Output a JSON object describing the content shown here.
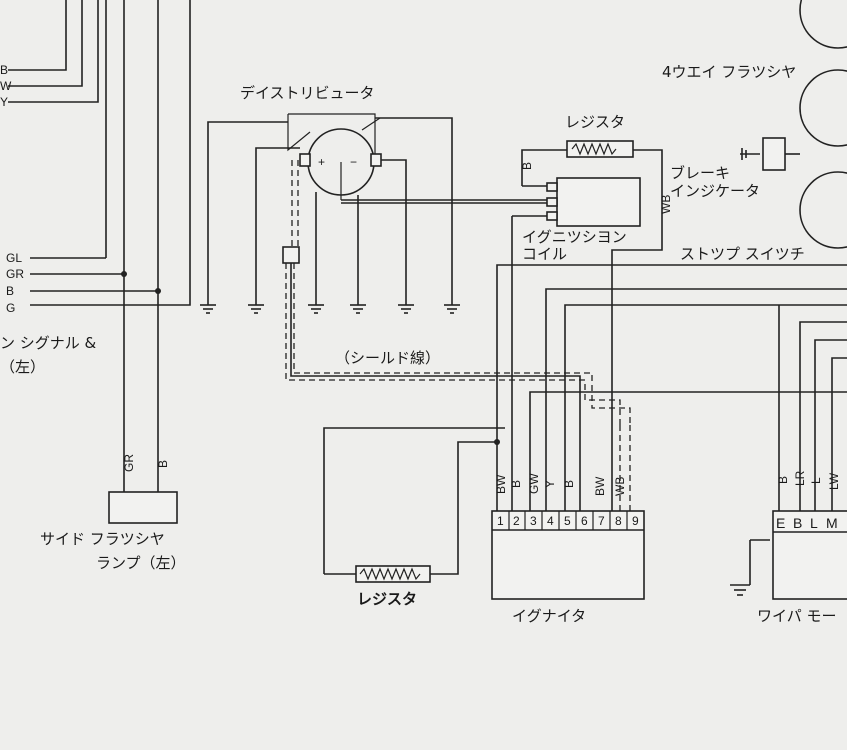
{
  "labels": {
    "distributor": "デイストリビュータ",
    "four_way_flasher": "4ウエイ フラツシヤ",
    "resistor_top": "レジスタ",
    "brake_indicator_1": "ブレーキ",
    "brake_indicator_2": "インジケータ",
    "ignition_coil_1": "イグニツシヨン",
    "ignition_coil_2": "コイル",
    "stop_switch": "ストツプ スイツチ",
    "turn_signal_1": "ン シグナル &",
    "turn_signal_2": "（左）",
    "shield_wire": "（シールド線）",
    "side_flasher_1": "サイド フラツシヤ",
    "side_flasher_2": "ランプ（左）",
    "resistor_bottom": "レジスタ",
    "igniter": "イグナイタ",
    "wiper_motor": "ワイパ モー",
    "distributor_plus": "+",
    "distributor_minus": "−"
  },
  "left_wire_codes": [
    "B",
    "W",
    "Y"
  ],
  "left_harness_codes": [
    "GL",
    "GR",
    "B",
    "G"
  ],
  "side_flasher_codes": [
    "GR",
    "B"
  ],
  "coil_code": "B",
  "brake_code": "WB",
  "igniter_wire_codes": [
    "BW",
    "B",
    "GW",
    "Y",
    "B",
    "BW",
    "WB"
  ],
  "igniter_pins": [
    "1",
    "2",
    "3",
    "4",
    "5",
    "6",
    "7",
    "8",
    "9"
  ],
  "wiper_wire_codes": [
    "B",
    "LR",
    "L",
    "LW"
  ],
  "wiper_terminals": [
    "E",
    "B",
    "L",
    "M"
  ]
}
